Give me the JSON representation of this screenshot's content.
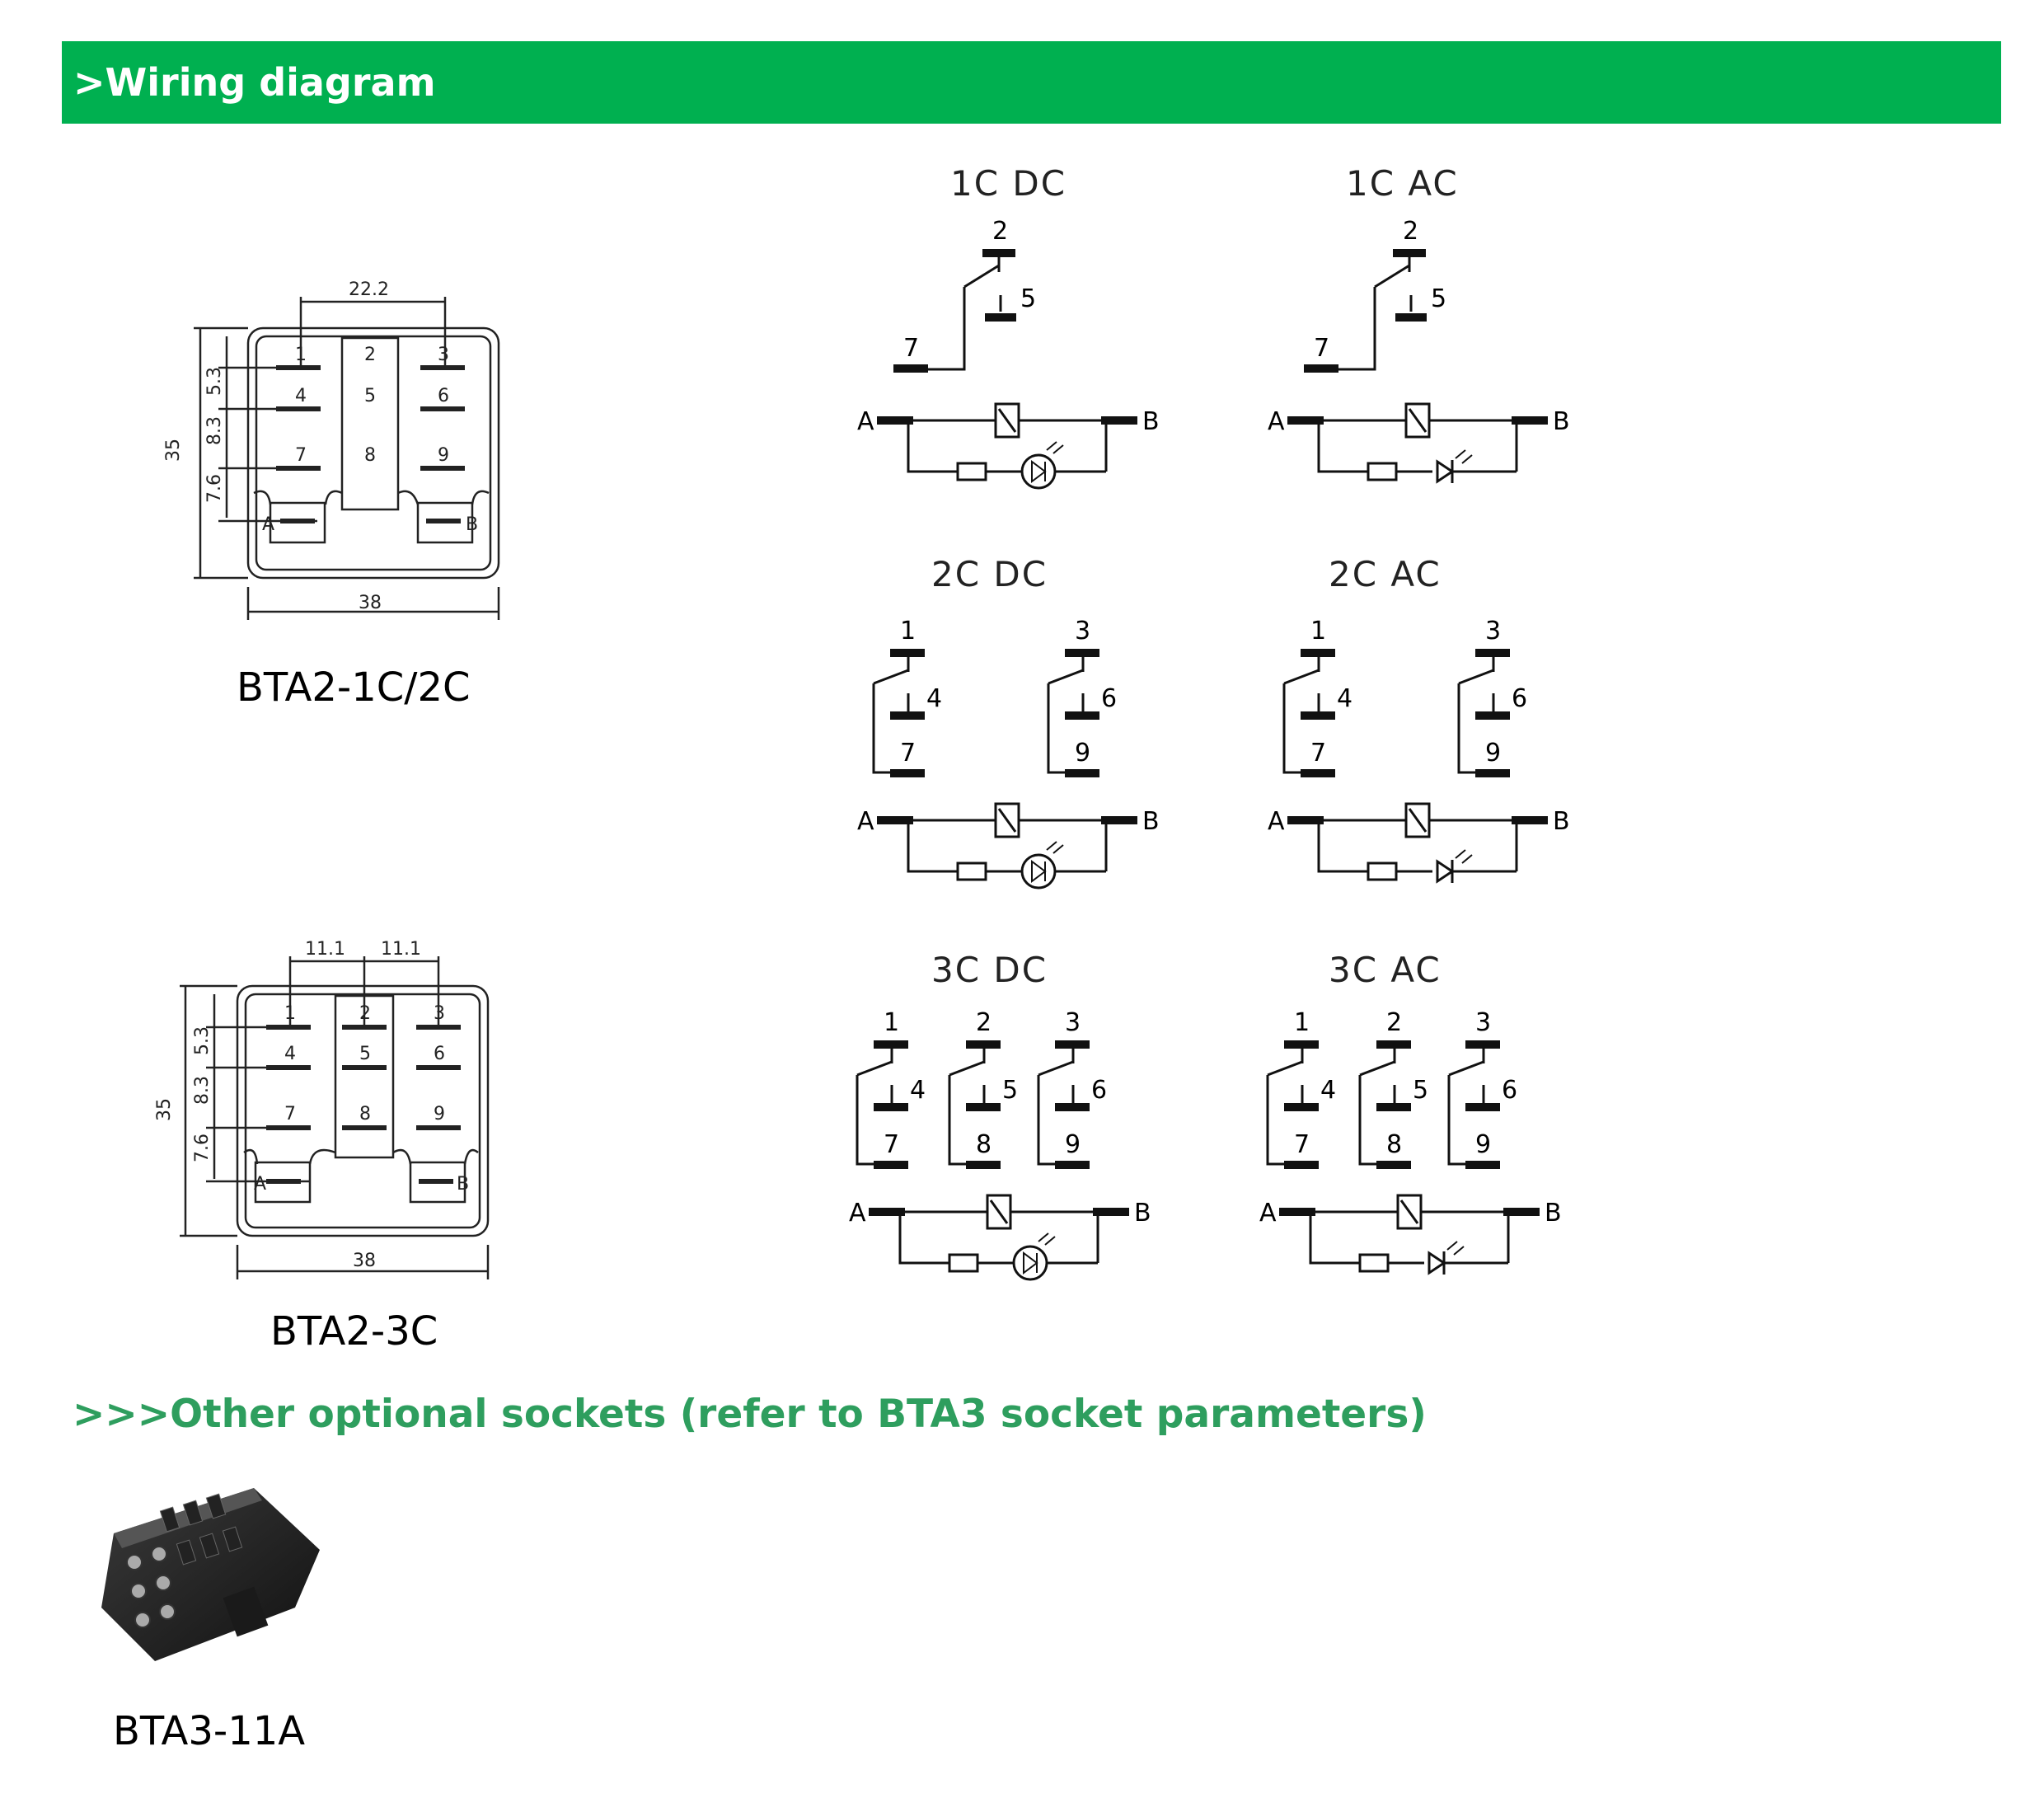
{
  "header": {
    "title": ">Wiring diagram"
  },
  "dimension_drawings": [
    {
      "model": "BTA2-1C/2C",
      "dims": {
        "width": "38",
        "height": "35",
        "top_spacing": "22.2",
        "gap1": "5.3",
        "gap2": "8.3",
        "gap3": "7.6"
      },
      "pin_labels": [
        "1",
        "2",
        "3",
        "4",
        "5",
        "6",
        "7",
        "8",
        "9",
        "A",
        "B"
      ]
    },
    {
      "model": "BTA2-3C",
      "dims": {
        "width": "38",
        "height": "35",
        "top_spacing_a": "11.1",
        "top_spacing_b": "11.1",
        "gap1": "5.3",
        "gap2": "8.3",
        "gap3": "7.6"
      },
      "pin_labels": [
        "1",
        "2",
        "3",
        "4",
        "5",
        "6",
        "7",
        "8",
        "9",
        "A",
        "B"
      ]
    }
  ],
  "wiring": [
    {
      "title": "1C DC",
      "type": "DC",
      "poles": [
        {
          "com": "2",
          "nc": "7",
          "no": "5"
        }
      ],
      "coil": [
        "A",
        "B"
      ]
    },
    {
      "title": "1C AC",
      "type": "AC",
      "poles": [
        {
          "com": "2",
          "nc": "7",
          "no": "5"
        }
      ],
      "coil": [
        "A",
        "B"
      ]
    },
    {
      "title": "2C DC",
      "type": "DC",
      "poles": [
        {
          "com": "1",
          "no": "4",
          "nc": "7"
        },
        {
          "com": "3",
          "no": "6",
          "nc": "9"
        }
      ],
      "coil": [
        "A",
        "B"
      ]
    },
    {
      "title": "2C AC",
      "type": "AC",
      "poles": [
        {
          "com": "1",
          "no": "4",
          "nc": "7"
        },
        {
          "com": "3",
          "no": "6",
          "nc": "9"
        }
      ],
      "coil": [
        "A",
        "B"
      ]
    },
    {
      "title": "3C DC",
      "type": "DC",
      "poles": [
        {
          "com": "1",
          "no": "4",
          "nc": "7"
        },
        {
          "com": "2",
          "no": "5",
          "nc": "8"
        },
        {
          "com": "3",
          "no": "6",
          "nc": "9"
        }
      ],
      "coil": [
        "A",
        "B"
      ]
    },
    {
      "title": "3C AC",
      "type": "AC",
      "poles": [
        {
          "com": "1",
          "no": "4",
          "nc": "7"
        },
        {
          "com": "2",
          "no": "5",
          "nc": "8"
        },
        {
          "com": "3",
          "no": "6",
          "nc": "9"
        }
      ],
      "coil": [
        "A",
        "B"
      ]
    }
  ],
  "other_sockets": {
    "heading": ">>>Other optional sockets (refer to BTA3 socket parameters)",
    "items": [
      {
        "model": "BTA3-11A"
      }
    ]
  }
}
